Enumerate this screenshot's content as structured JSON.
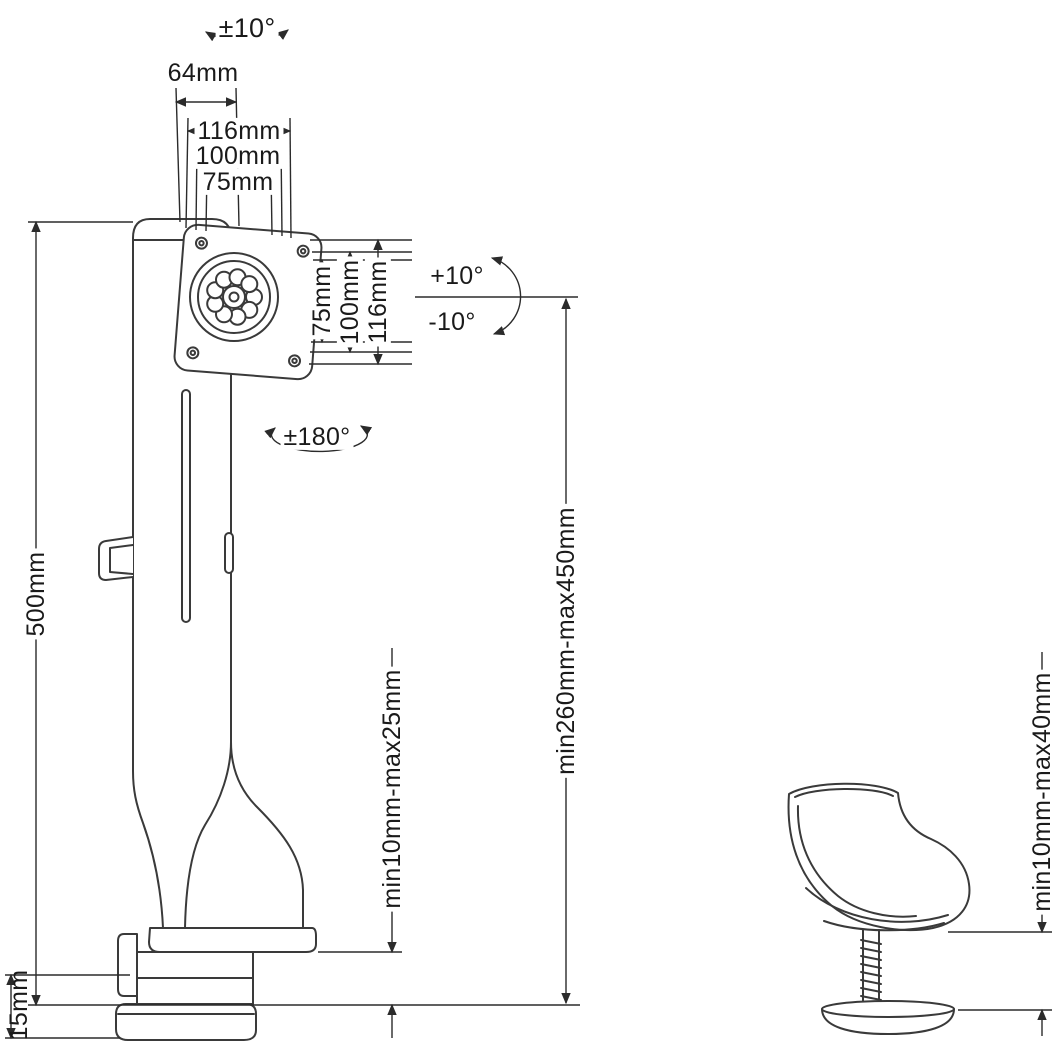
{
  "diagram": {
    "type": "technical-dimension-drawing",
    "subject": "monitor desk mount column with clamp base",
    "colors": {
      "background": "#ffffff",
      "drawing_line": "#3a3a3a",
      "dimension_line": "#2b2b2b",
      "text": "#1a1a1a"
    },
    "labels": {
      "swivel_top": "±10°",
      "offset_top": "64mm",
      "vesa_w_116": "116mm",
      "vesa_w_100": "100mm",
      "vesa_w_75": "75mm",
      "vesa_h_75": "75mm",
      "vesa_h_100": "100mm",
      "vesa_h_116": "116mm",
      "tilt_up": "+10°",
      "tilt_down": "-10°",
      "rotation": "±180°",
      "column_height": "500mm",
      "clamp_range_main": "min10mm-max25mm",
      "height_adjust_range": "min260mm-max450mm",
      "base_plate_thickness": "15mm",
      "clamp_range_grommet": "min10mm-max40mm"
    }
  }
}
